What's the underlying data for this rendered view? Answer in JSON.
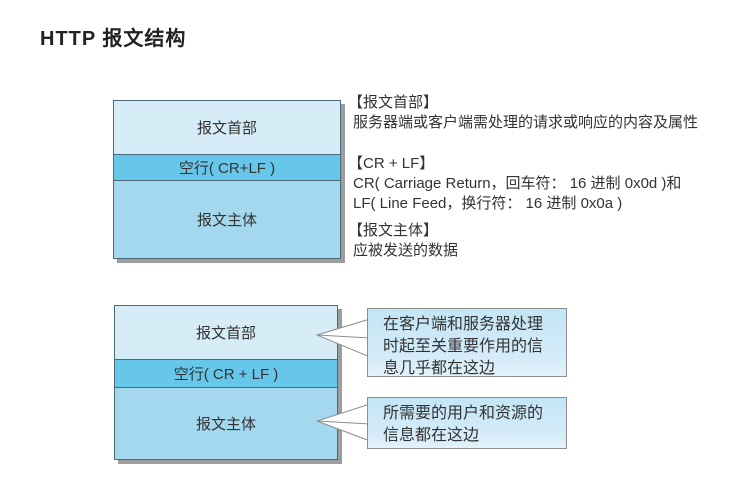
{
  "page": {
    "title": "HTTP 报文结构"
  },
  "colors": {
    "header_fill": "#d6ecf7",
    "blank_line_fill": "#66c7ea",
    "body_fill": "#a3d8ef",
    "box_border": "#4a6a78",
    "box_shadow": "#9d9d9d",
    "callout_fill": "#c3e5f5",
    "callout_border": "#8e8e8e",
    "text": "#333333"
  },
  "diagram1": {
    "sections": [
      {
        "label": "报文首部"
      },
      {
        "label": "空行( CR+LF )"
      },
      {
        "label": "报文主体"
      }
    ],
    "annotations": [
      {
        "title": "【报文首部】",
        "lines": [
          "服务器端或客户端需处理的请求或响应的内容及属性"
        ]
      },
      {
        "title": "【CR + LF】",
        "lines": [
          "CR( Carriage Return，回车符： 16 进制 0x0d )和",
          "LF( Line Feed，换行符： 16 进制 0x0a )"
        ]
      },
      {
        "title": "【报文主体】",
        "lines": [
          "应被发送的数据"
        ]
      }
    ]
  },
  "diagram2": {
    "sections": [
      {
        "label": "报文首部"
      },
      {
        "label": "空行( CR + LF )"
      },
      {
        "label": "报文主体"
      }
    ],
    "callouts": [
      {
        "text": "在客户端和服务器处理时起至关重要作用的信息几乎都在这边"
      },
      {
        "text": "所需要的用户和资源的信息都在这边"
      }
    ]
  }
}
